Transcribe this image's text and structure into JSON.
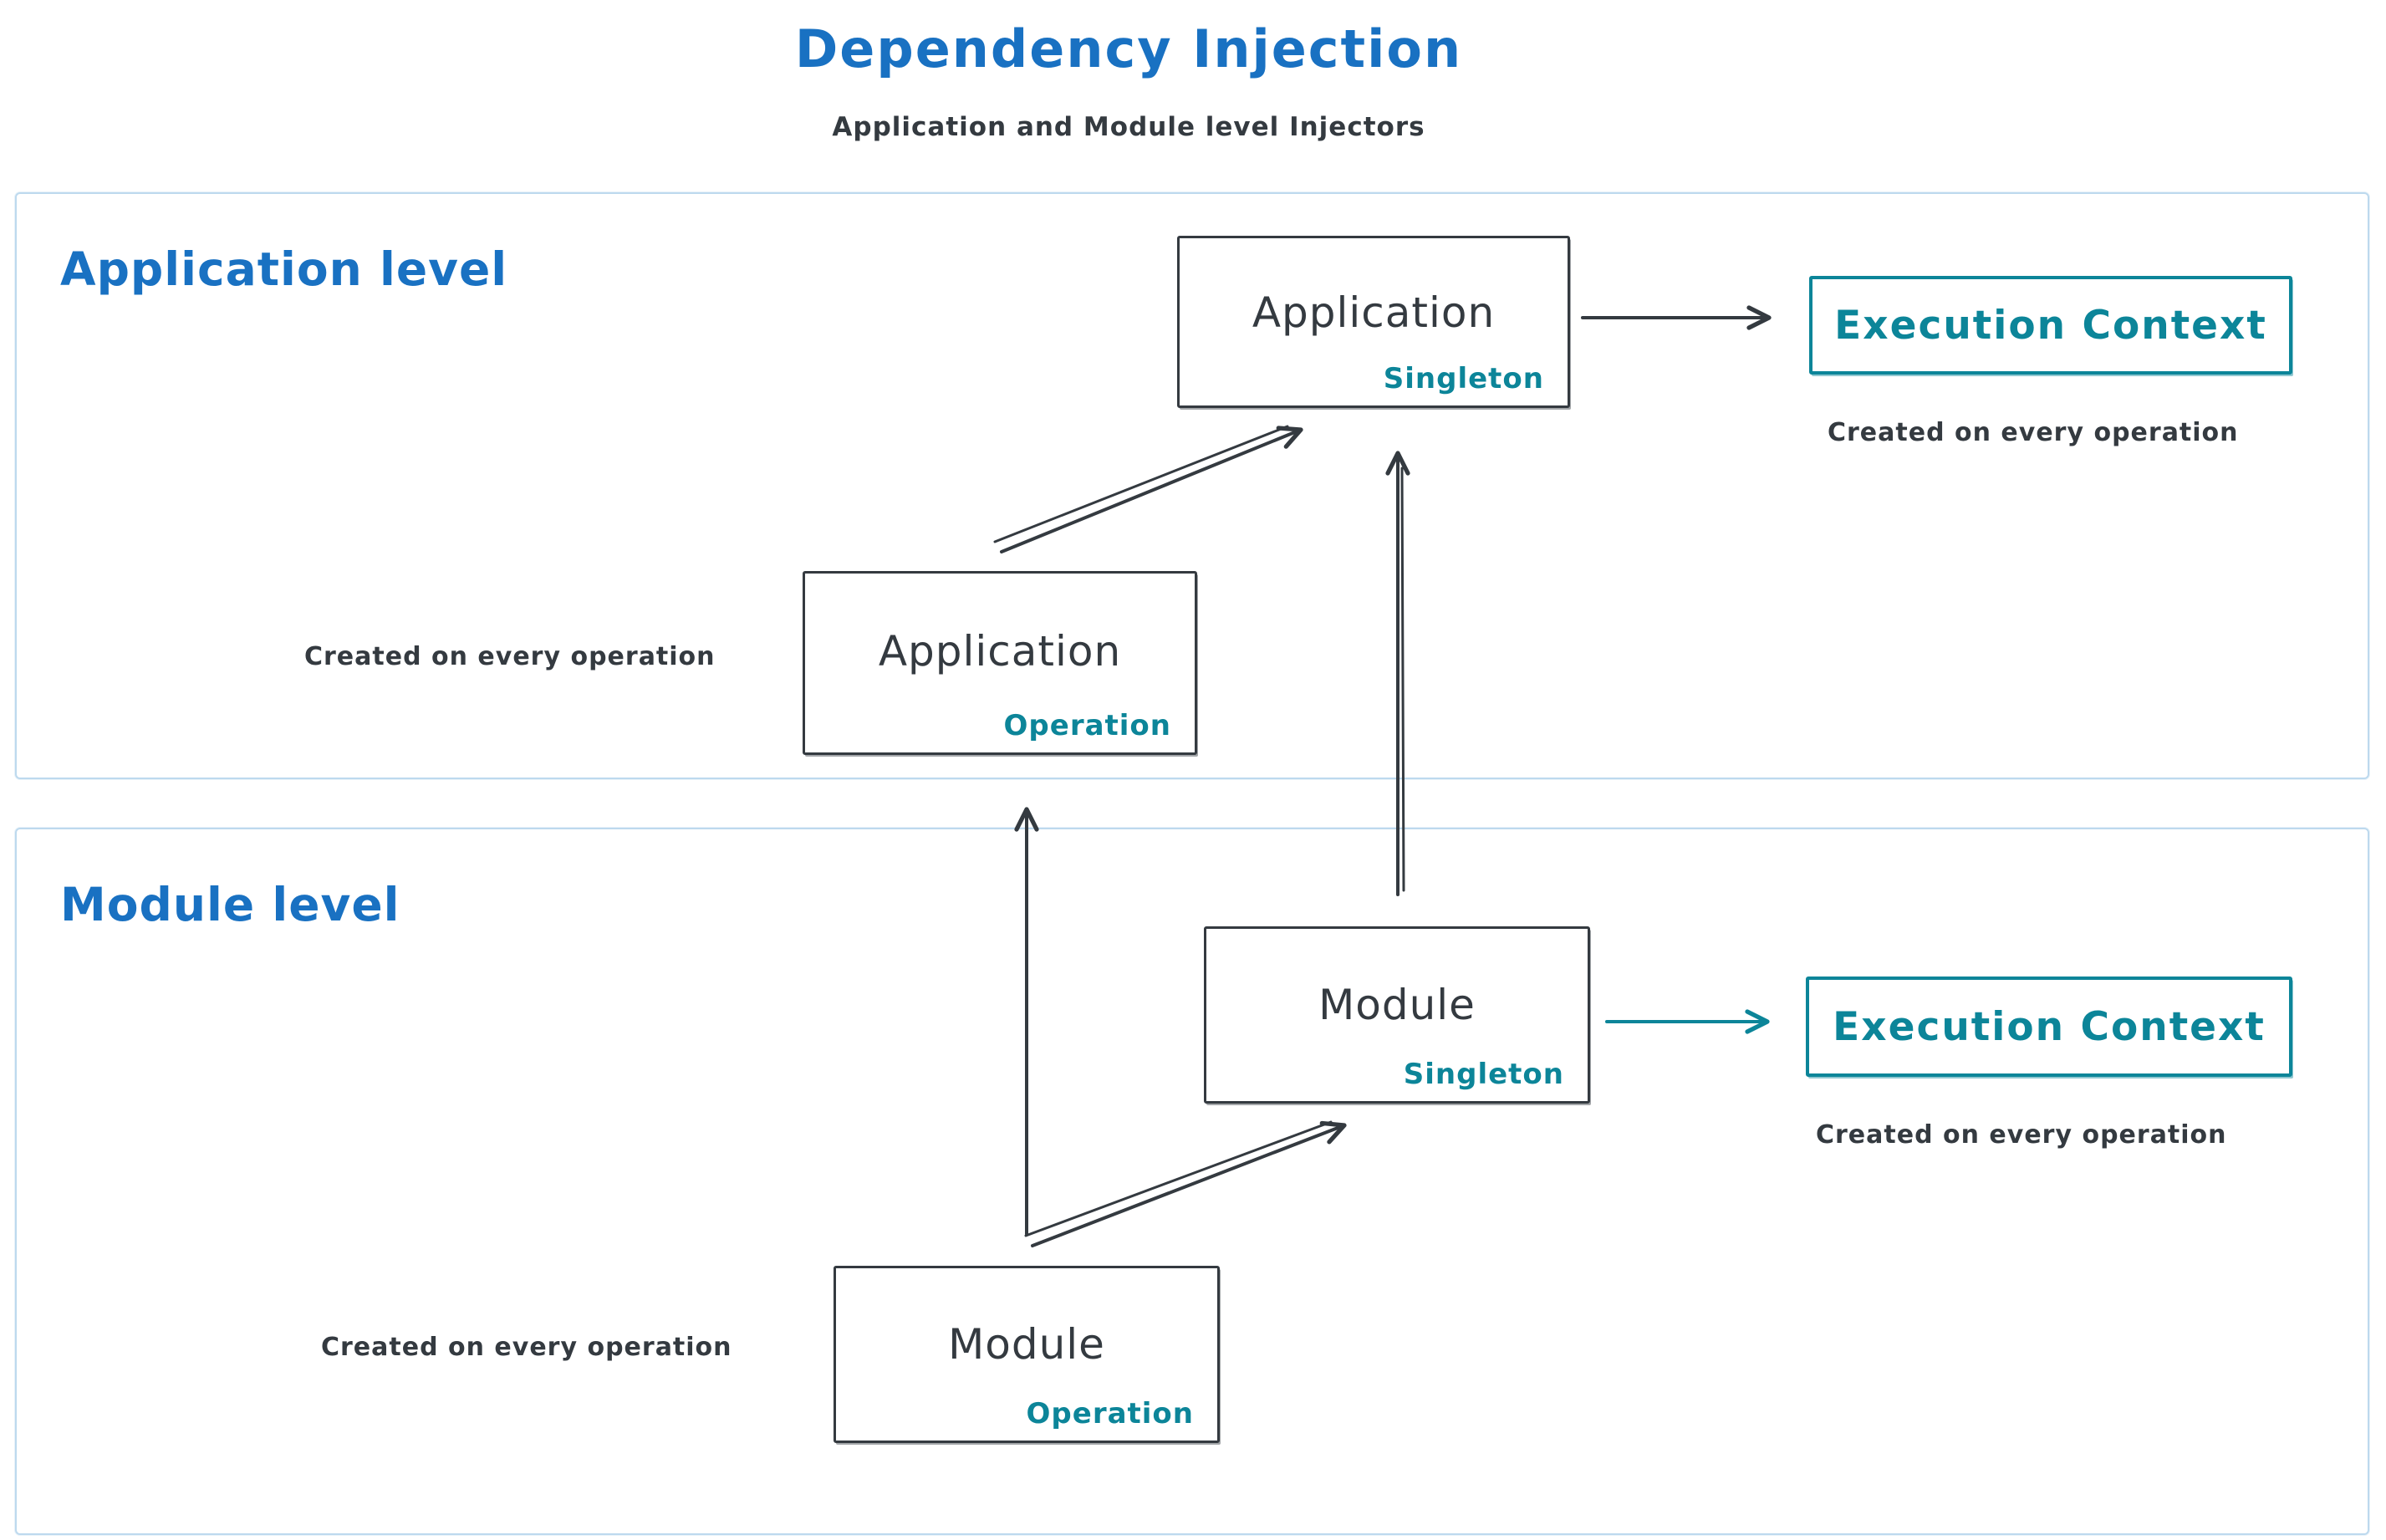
{
  "title": "Dependency Injection",
  "subtitle": "Application and Module level Injectors",
  "colors": {
    "blue": "#1971c2",
    "teal": "#0c8599",
    "dark": "#343a40",
    "section_border": "#bdd9ee"
  },
  "sections": {
    "application": {
      "label": "Application level",
      "singleton_box": {
        "title": "Application",
        "tag": "Singleton"
      },
      "operation_box": {
        "title": "Application",
        "tag": "Operation"
      },
      "operation_note": "Created on every operation",
      "execution_box": {
        "label": "Execution Context",
        "note": "Created on every operation"
      }
    },
    "module": {
      "label": "Module level",
      "singleton_box": {
        "title": "Module",
        "tag": "Singleton"
      },
      "operation_box": {
        "title": "Module",
        "tag": "Operation"
      },
      "operation_note": "Created on every operation",
      "execution_box": {
        "label": "Execution Context",
        "note": "Created on every operation"
      }
    }
  }
}
